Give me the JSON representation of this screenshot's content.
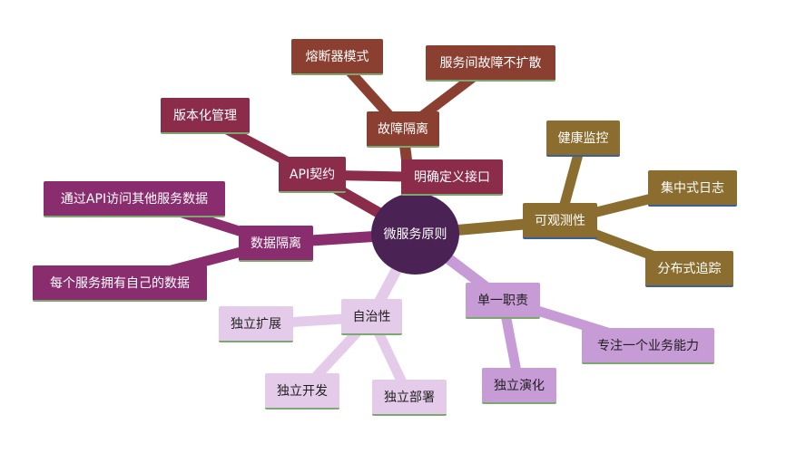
{
  "colors": {
    "center": "#4a2253",
    "brown": "#8a3f31",
    "wine": "#8b2c4b",
    "plum": "#8a2d6f",
    "olive": "#8a6d2f",
    "lilac": "#c79bd6",
    "pale": "#e5cbea",
    "underline_green": "#7aa86f",
    "underline_blue": "#3a5f9a"
  },
  "mindmap": {
    "center": "微服务原则",
    "fault_isolation": {
      "label": "故障隔离",
      "children": [
        "熔断器模式",
        "服务间故障不扩散"
      ]
    },
    "api_contract": {
      "label": "API契约",
      "children": [
        "版本化管理",
        "明确定义接口"
      ]
    },
    "data_isolation": {
      "label": "数据隔离",
      "children": [
        "通过API访问其他服务数据",
        "每个服务拥有自己的数据"
      ]
    },
    "observability": {
      "label": "可观测性",
      "children": [
        "健康监控",
        "集中式日志",
        "分布式追踪"
      ]
    },
    "single_responsibility": {
      "label": "单一职责",
      "children": [
        "专注一个业务能力",
        "独立演化"
      ]
    },
    "autonomy": {
      "label": "自治性",
      "children": [
        "独立扩展",
        "独立开发",
        "独立部署"
      ]
    }
  }
}
